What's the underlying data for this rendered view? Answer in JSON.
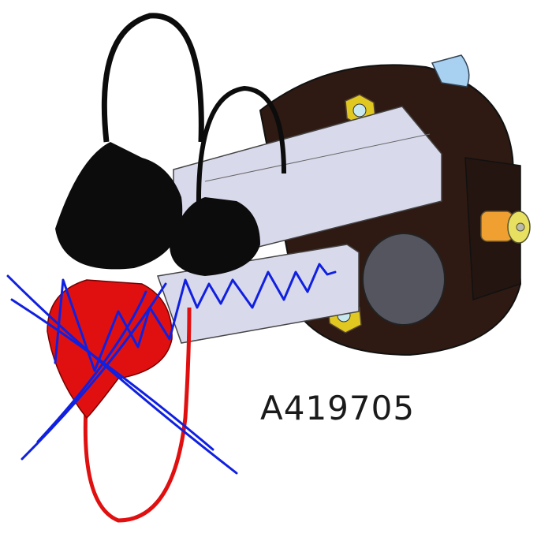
{
  "figure": {
    "type": "cad-rendering",
    "part_number": "A419705",
    "subject": "Coupling manifold block with three quick-connect couplers and dust caps",
    "annotation": "Red cap crossed out and coupler scribbled with blue pen strokes",
    "colors": {
      "manifold_body": "#2e1a12",
      "coupler_body": "#d9d9ec",
      "black_cap": "#0c0c0c",
      "red_cap": "#e01010",
      "nut": "#e0c820",
      "orange_fitting": "#f0a030",
      "blue_fitting": "#a8d0f0",
      "gauge_port": "#555560",
      "scribble": "#1020e0"
    }
  }
}
